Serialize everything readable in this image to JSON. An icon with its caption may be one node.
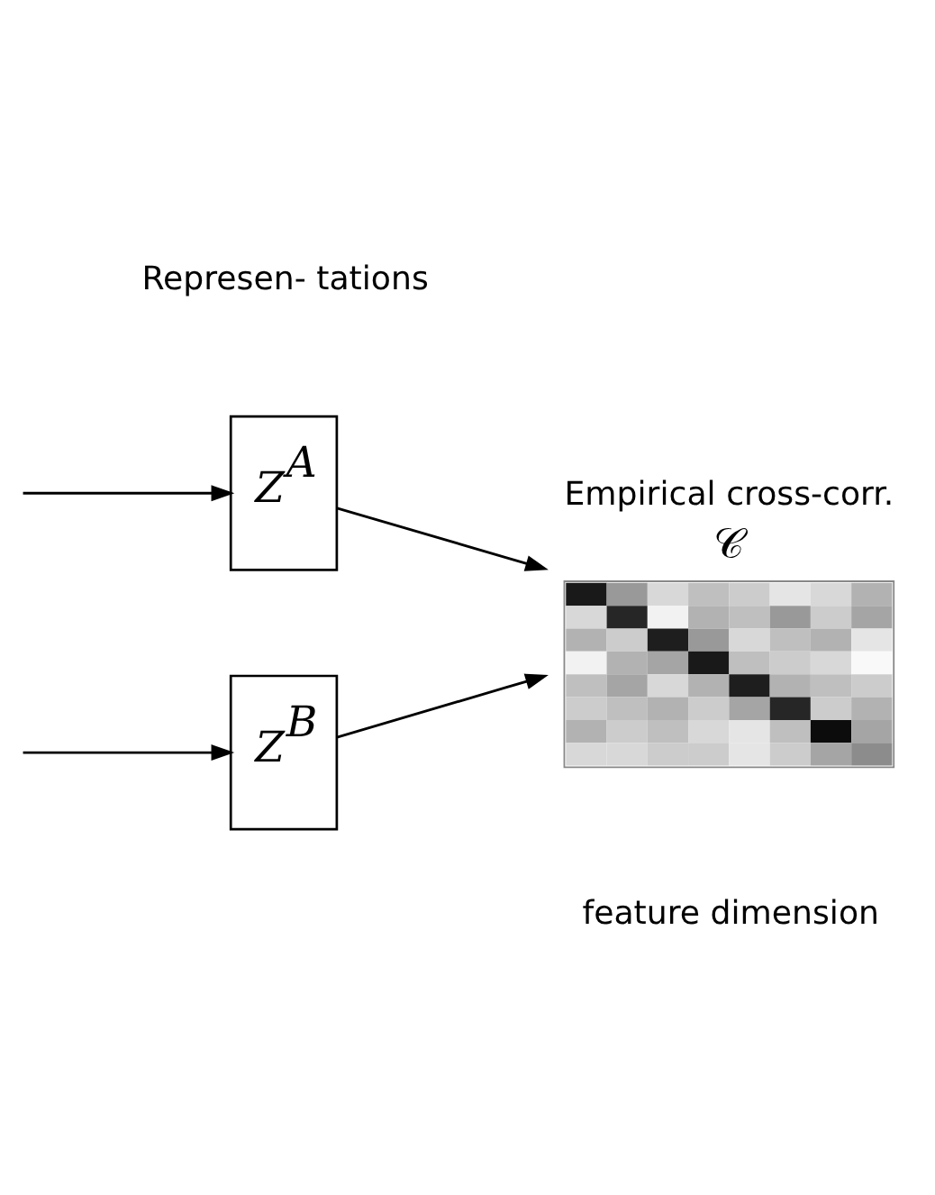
{
  "diagram": {
    "nodes": [
      {
        "text": [
          "Z$^{A}$"
        ]
      },
      {
        "text": [
          "Z$^{B}$"
        ]
      },
      {
        "text": [
          "Empirical cross-corr.",
          "𝒞"
        ]
      }
    ],
    "edges": [
      {
        "from": null,
        "to": 0,
        "arrow": "to"
      },
      {
        "from": null,
        "to": 1,
        "arrow": "to"
      },
      {
        "from": 0,
        "to": 2,
        "arrow": "to"
      },
      {
        "from": 1,
        "to": 2,
        "arrow": "to"
      }
    ],
    "labels": [
      "Represen- tations",
      "feature dimension"
    ]
  }
}
